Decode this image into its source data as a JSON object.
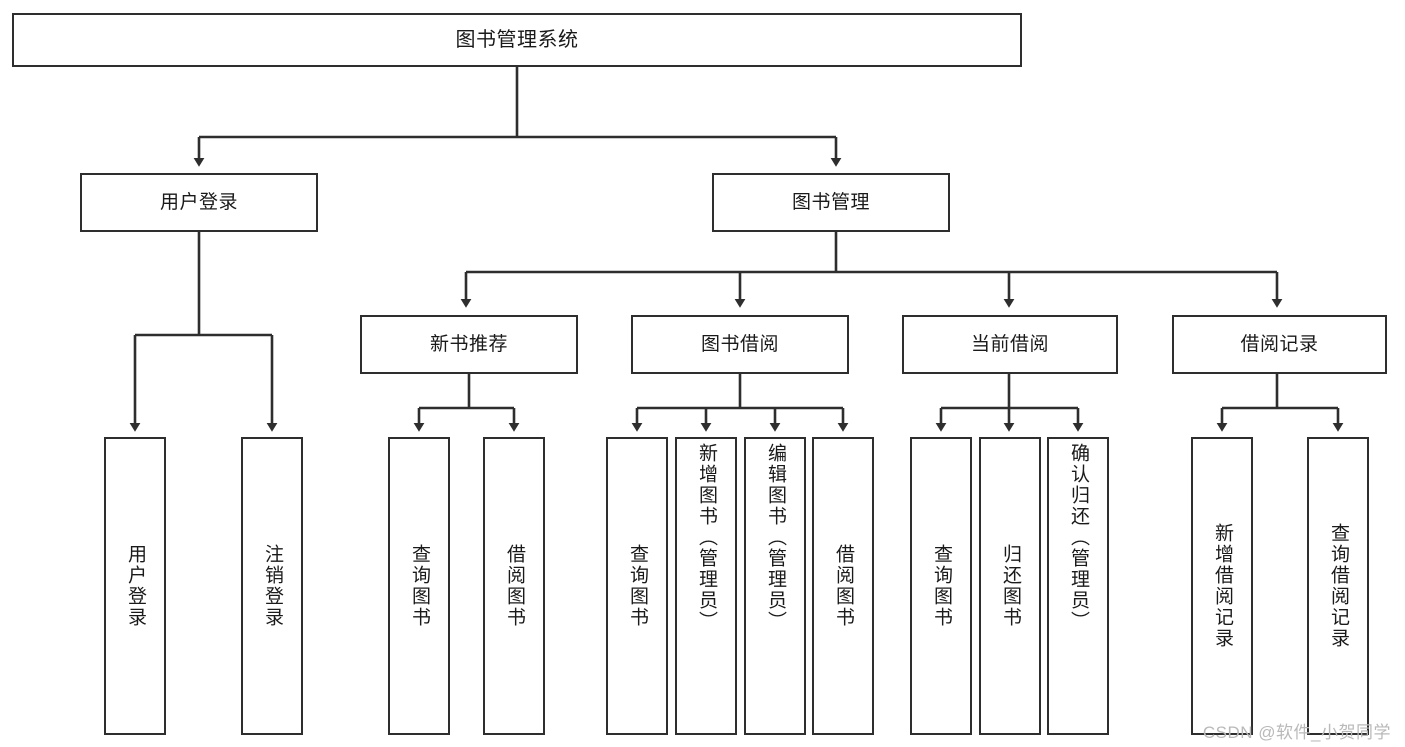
{
  "diagram": {
    "type": "tree-hierarchy",
    "title": "图书管理系统",
    "root": {
      "id": "root",
      "label": "图书管理系统"
    },
    "level2": [
      {
        "id": "user-login",
        "label": "用户登录"
      },
      {
        "id": "book-manage",
        "label": "图书管理"
      }
    ],
    "level3": [
      {
        "id": "new-book-recommend",
        "label": "新书推荐",
        "parent": "book-manage"
      },
      {
        "id": "book-borrow",
        "label": "图书借阅",
        "parent": "book-manage"
      },
      {
        "id": "current-borrow",
        "label": "当前借阅",
        "parent": "book-manage"
      },
      {
        "id": "borrow-record",
        "label": "借阅记录",
        "parent": "book-manage"
      }
    ],
    "leaves": [
      {
        "id": "leaf-user-login",
        "label": "用户登录",
        "parent": "user-login"
      },
      {
        "id": "leaf-user-logout",
        "label": "注销登录",
        "parent": "user-login"
      },
      {
        "id": "leaf-query-book-1",
        "label": "查询图书",
        "parent": "new-book-recommend"
      },
      {
        "id": "leaf-borrow-book-1",
        "label": "借阅图书",
        "parent": "new-book-recommend"
      },
      {
        "id": "leaf-query-book-2",
        "label": "查询图书",
        "parent": "book-borrow"
      },
      {
        "id": "leaf-add-book",
        "label": "新增图书（管理员）",
        "parent": "book-borrow"
      },
      {
        "id": "leaf-edit-book",
        "label": "编辑图书（管理员）",
        "parent": "book-borrow"
      },
      {
        "id": "leaf-borrow-book-2",
        "label": "借阅图书",
        "parent": "book-borrow"
      },
      {
        "id": "leaf-query-book-3",
        "label": "查询图书",
        "parent": "current-borrow"
      },
      {
        "id": "leaf-return-book",
        "label": "归还图书",
        "parent": "current-borrow"
      },
      {
        "id": "leaf-confirm-return",
        "label": "确认归还（管理员）",
        "parent": "current-borrow"
      },
      {
        "id": "leaf-add-record",
        "label": "新增借阅记录",
        "parent": "borrow-record"
      },
      {
        "id": "leaf-query-record",
        "label": "查询借阅记录",
        "parent": "borrow-record"
      }
    ],
    "watermark": "CSDN @软件_小贺同学",
    "colors": {
      "stroke": "#2e2e2e",
      "fill": "#ffffff",
      "text": "#1a1a1a",
      "watermark": "#b9b9b9"
    }
  }
}
